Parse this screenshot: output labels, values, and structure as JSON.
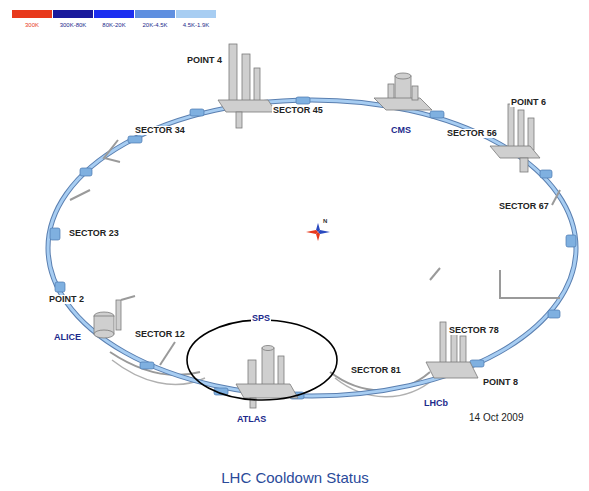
{
  "diagram": {
    "caption": "LHC Cooldown Status",
    "labels": [
      "POINT 4",
      "SECTOR 45",
      "CMS",
      "POINT 6",
      "SECTOR 34",
      "SECTOR 56",
      "SECTOR 67",
      "SECTOR 23",
      "N",
      "POINT 2",
      "ALICE",
      "SECTOR 12",
      "SPS",
      "ATLAS",
      "SECTOR 81",
      "SECTOR 78",
      "POINT 8",
      "LHCb",
      "14 Oct 2009"
    ],
    "legend": [
      {
        "text": "300K",
        "color": "#e8391c"
      },
      {
        "text": "300K-80K",
        "color": "#1a1a9c"
      },
      {
        "text": "80K-20K",
        "color": "#1c2ef0"
      },
      {
        "text": "20K-4.5K",
        "color": "#5f8fe0"
      },
      {
        "text": "4.5K-1.9K",
        "color": "#a7cdf2"
      }
    ]
  }
}
